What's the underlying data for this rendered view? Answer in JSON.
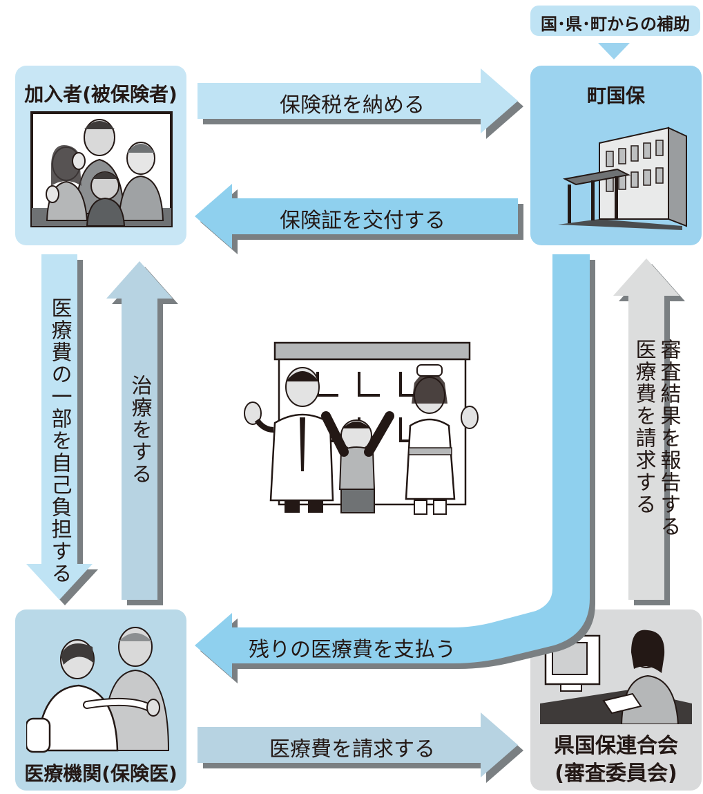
{
  "subsidy_tag": "国･県･町からの補助",
  "nodes": {
    "insured": {
      "title": "加入者(被保険者)",
      "color": "#c8e6f5"
    },
    "town": {
      "title": "町国保",
      "color": "#9cd3ef"
    },
    "medical": {
      "title": "医療機関(保険医)",
      "color": "#b9d9e8"
    },
    "federation": {
      "title_line1": "県国保連合会",
      "title_line2": "(審査委員会)",
      "color": "#d9dadb"
    }
  },
  "flows": {
    "pay_tax": "保険税を納める",
    "issue_card": "保険証を交付する",
    "pay_remaining": "残りの医療費を支払う",
    "bill_cost": "医療費を請求する",
    "self_pay": "医療費の一部を自己負担する",
    "treat": "治療をする",
    "report_line1": "審査結果を報告する",
    "report_line2": "医療費を請求する"
  },
  "colors": {
    "arrow_light_blue": "#bfe3f4",
    "arrow_mid_blue": "#8fd0ee",
    "arrow_steel": "#b7d3e2",
    "arrow_gray": "#dcdddd",
    "shadow": "#7a7f82"
  }
}
